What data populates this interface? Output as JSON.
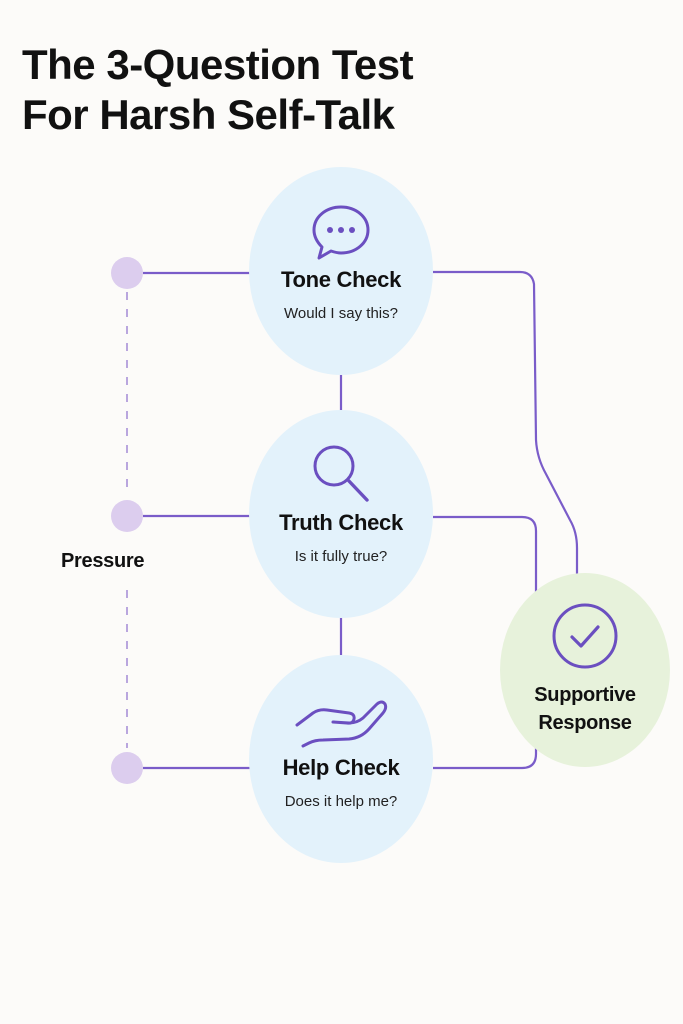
{
  "title": {
    "line1": "The 3-Question Test",
    "line2": "For Harsh Self-Talk"
  },
  "checks": [
    {
      "label": "Tone Check",
      "question": "Would I say this?",
      "icon": "speech-bubble-icon"
    },
    {
      "label": "Truth Check",
      "question": "Is it fully true?",
      "icon": "magnifier-icon"
    },
    {
      "label": "Help Check",
      "question": "Does it help me?",
      "icon": "open-hand-icon"
    }
  ],
  "pressure": {
    "label": "Pressure"
  },
  "result": {
    "line1": "Supportive",
    "line2": "Response",
    "icon": "checkmark-circle-icon"
  },
  "colors": {
    "line": "#7A5CC9",
    "icon": "#6B4FC0",
    "check_fill": "#E3F2FB",
    "result_fill": "#E7F2DB",
    "dot_fill": "#DCCDEE",
    "dash": "#B9A6DE",
    "background": "#FCFBF9"
  }
}
